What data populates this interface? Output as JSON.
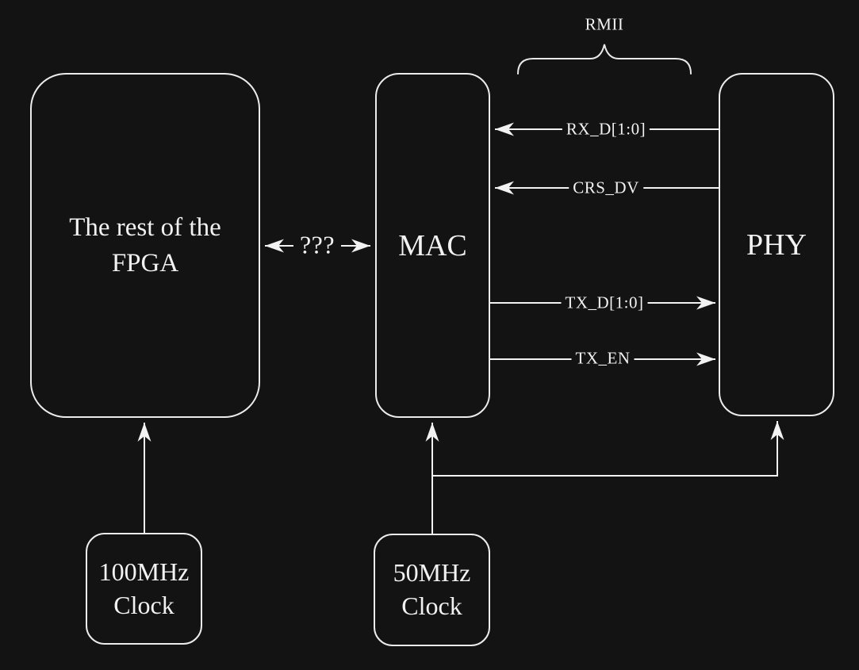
{
  "diagram": {
    "background_color": "#131313",
    "line_color": "#f2f2f2",
    "text_color": "#f2f2f2"
  },
  "nodes": {
    "fpga": {
      "label": "The rest of the FPGA"
    },
    "mac": {
      "label": "MAC"
    },
    "phy": {
      "label": "PHY"
    },
    "clock100": {
      "label": "100MHz Clock"
    },
    "clock50": {
      "label": "50MHz Clock"
    }
  },
  "bus_group": {
    "name": "RMII"
  },
  "unknown_link": {
    "label": "???",
    "between": [
      "The rest of the FPGA",
      "MAC"
    ],
    "direction": "bidirectional"
  },
  "signals": [
    {
      "name": "RX_D[1:0]",
      "from": "PHY",
      "to": "MAC",
      "direction": "phy-to-mac"
    },
    {
      "name": "CRS_DV",
      "from": "PHY",
      "to": "MAC",
      "direction": "phy-to-mac"
    },
    {
      "name": "TX_D[1:0]",
      "from": "MAC",
      "to": "PHY",
      "direction": "mac-to-phy"
    },
    {
      "name": "TX_EN",
      "from": "MAC",
      "to": "PHY",
      "direction": "mac-to-phy"
    }
  ],
  "clock_connections": [
    {
      "from": "100MHz Clock",
      "to": "The rest of the FPGA"
    },
    {
      "from": "50MHz Clock",
      "to": "MAC"
    },
    {
      "from": "50MHz Clock",
      "to": "PHY"
    }
  ]
}
